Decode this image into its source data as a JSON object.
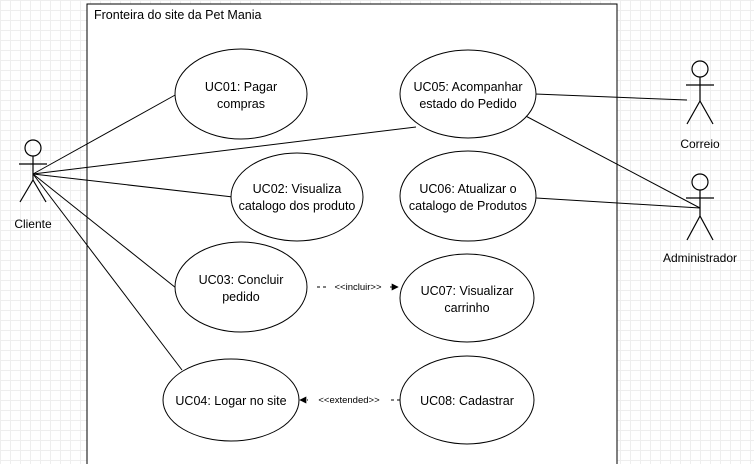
{
  "boundary": {
    "title": "Fronteira do site da Pet Mania"
  },
  "actors": [
    {
      "id": "cliente",
      "label": "Cliente"
    },
    {
      "id": "correio",
      "label": "Correio"
    },
    {
      "id": "administrador",
      "label": "Administrador"
    }
  ],
  "use_cases": [
    {
      "id": "uc01",
      "lines": [
        "UC01: Pagar",
        "compras"
      ]
    },
    {
      "id": "uc02",
      "lines": [
        "UC02: Visualiza",
        "catalogo dos produto"
      ]
    },
    {
      "id": "uc03",
      "lines": [
        "UC03: Concluir",
        "pedido"
      ]
    },
    {
      "id": "uc04",
      "lines": [
        "UC04: Logar no site"
      ]
    },
    {
      "id": "uc05",
      "lines": [
        "UC05: Acompanhar",
        "estado do Pedido"
      ]
    },
    {
      "id": "uc06",
      "lines": [
        "UC06: Atualizar o",
        "catalogo de Produtos"
      ]
    },
    {
      "id": "uc07",
      "lines": [
        "UC07: Visualizar",
        "carrinho"
      ]
    },
    {
      "id": "uc08",
      "lines": [
        "UC08: Cadastrar"
      ]
    }
  ],
  "associations": [
    {
      "actor": "cliente",
      "use_case": "uc01"
    },
    {
      "actor": "cliente",
      "use_case": "uc02"
    },
    {
      "actor": "cliente",
      "use_case": "uc03"
    },
    {
      "actor": "cliente",
      "use_case": "uc04"
    },
    {
      "actor": "cliente",
      "use_case": "uc05"
    },
    {
      "actor": "correio",
      "use_case": "uc05"
    },
    {
      "actor": "administrador",
      "use_case": "uc05"
    },
    {
      "actor": "administrador",
      "use_case": "uc06"
    }
  ],
  "dependencies": [
    {
      "from": "uc03",
      "to": "uc07",
      "label": "<<incluir>>"
    },
    {
      "from": "uc08",
      "to": "uc04",
      "label": "<<extended>>"
    }
  ]
}
